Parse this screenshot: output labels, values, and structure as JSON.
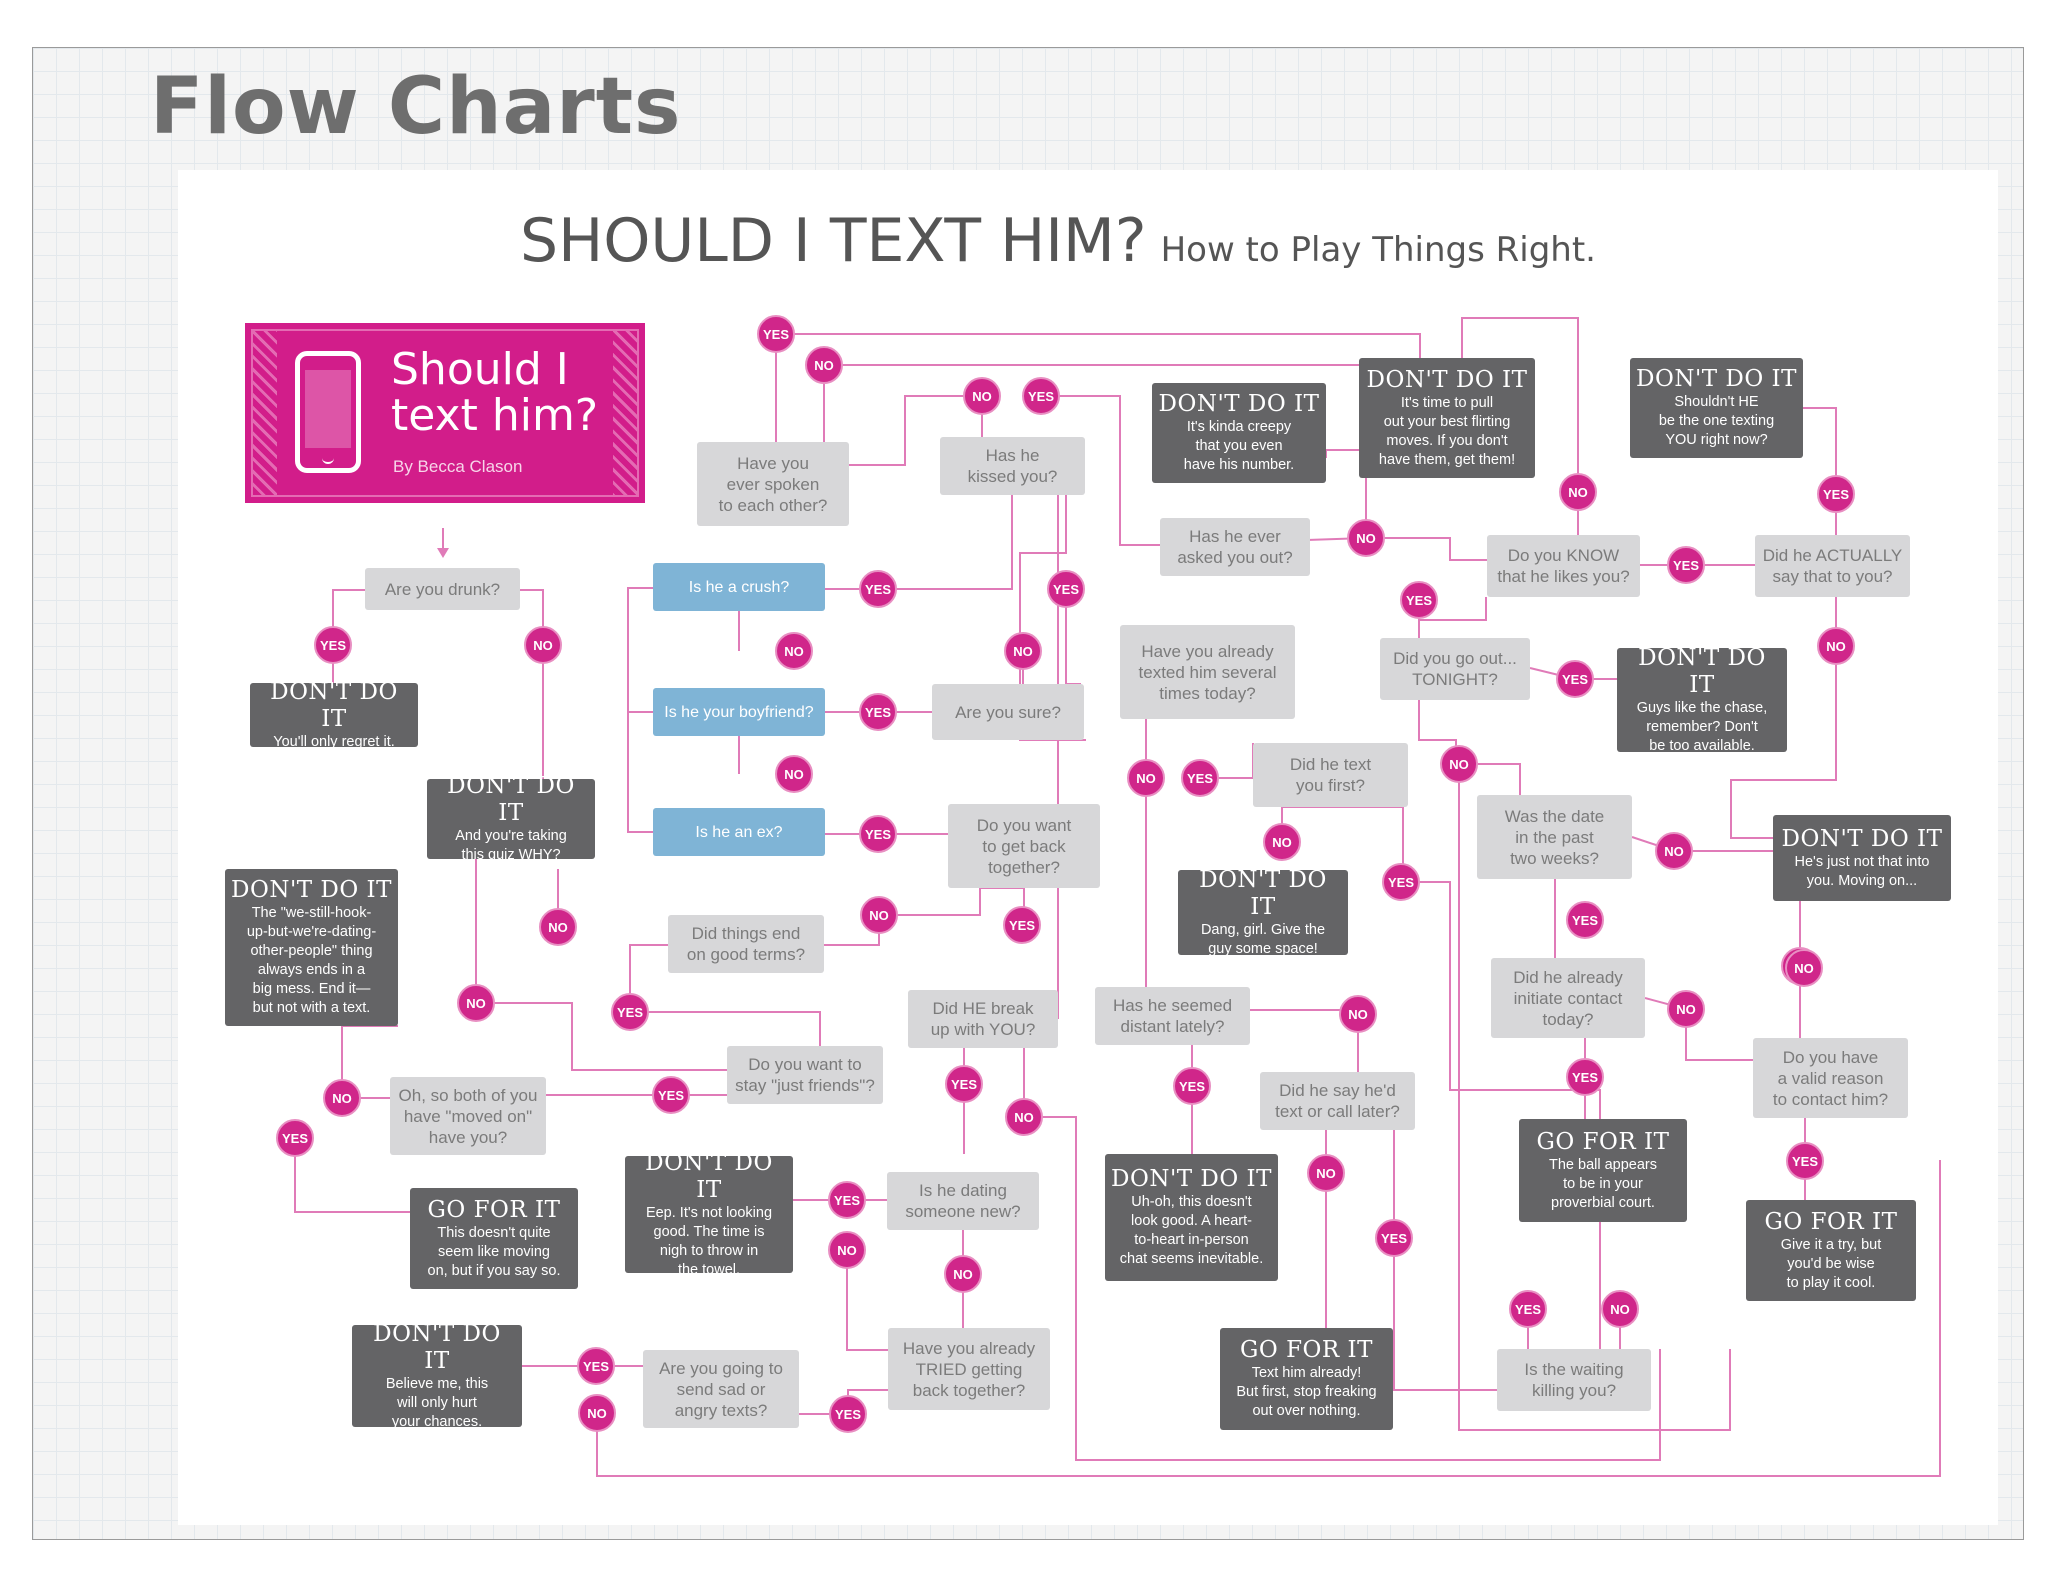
{
  "slide_title": "Flow Charts",
  "title": "SHOULD I TEXT HIM?",
  "subtitle": "How to Play Things Right.",
  "start": {
    "title": "Should I text him?",
    "byline": "By Becca Clason"
  },
  "colors": {
    "accent": "#d0268a",
    "question": "#d7d7d9",
    "outcome": "#646466",
    "blue": "#7fb4d6",
    "line": "#e07bb8"
  },
  "labels": {
    "yes": "YES",
    "no": "NO"
  },
  "questions": {
    "q_drunk": "Are you drunk?",
    "q_spoken": "Have you\never spoken\nto each other?",
    "q_kissed": "Has he\nkissed you?",
    "q_crush": "Is he a crush?",
    "q_boyfriend": "Is he your boyfriend?",
    "q_ex": "Is he an ex?",
    "q_sure": "Are you sure?",
    "q_getback": "Do you want\nto get back\ntogether?",
    "q_goodterms": "Did things end\non good terms?",
    "q_friends": "Do you want to\nstay \"just friends\"?",
    "q_movedon": "Oh, so both of you\nhave \"moved on\"\nhave you?",
    "q_breakup": "Did HE break\nup with YOU?",
    "q_dating": "Is he dating\nsomeone new?",
    "q_tried": "Have you already\nTRIED getting\nback together?",
    "q_sad": "Are you going to\nsend sad or\nangry texts?",
    "q_asked": "Has he ever\nasked you out?",
    "q_texted": "Have you already\ntexted him several\ntimes today?",
    "q_textfirst": "Did he text\nyou first?",
    "q_distant": "Has he seemed\ndistant lately?",
    "q_saycall": "Did he say he'd\ntext or call later?",
    "q_know": "Do you KNOW\nthat he likes you?",
    "q_actually": "Did he ACTUALLY\nsay that to you?",
    "q_goout": "Did you go out...\nTONIGHT?",
    "q_date": "Was the date\nin the past\ntwo weeks?",
    "q_initiate": "Did he already\ninitiate contact\ntoday?",
    "q_valid": "Do you have\na valid reason\nto contact him?",
    "q_waiting": "Is the waiting\nkilling you?"
  },
  "outcomes": {
    "o_regret": {
      "head": "DON'T DO IT",
      "body": "You'll only regret it."
    },
    "o_quiz": {
      "head": "DON'T DO IT",
      "body": "And you're taking\nthis quiz WHY?"
    },
    "o_hookup": {
      "head": "DON'T DO IT",
      "body": "The \"we-still-hook-\nup-but-we're-dating-\nother-people\" thing\nalways ends in a\nbig mess. End it—\nbut not with a text."
    },
    "o_moving": {
      "head": "GO FOR IT",
      "body": "This doesn't quite\nseem like moving\non, but if you say so."
    },
    "o_hurt": {
      "head": "DON'T DO IT",
      "body": "Believe me, this\nwill only hurt\nyour chances."
    },
    "o_towel": {
      "head": "DON'T DO IT",
      "body": "Eep. It's not looking\ngood. The time is\nnigh to throw in\nthe towel."
    },
    "o_creepy": {
      "head": "DON'T DO IT",
      "body": "It's kinda creepy\nthat you even\nhave his number."
    },
    "o_flirting": {
      "head": "DON'T DO IT",
      "body": "It's time to pull\nout your best flirting\nmoves. If you don't\nhave them, get them!"
    },
    "o_shouldnt": {
      "head": "DON'T DO IT",
      "body": "Shouldn't HE\nbe the one texting\nYOU right now?"
    },
    "o_chase": {
      "head": "DON'T DO IT",
      "body": "Guys like the chase,\nremember? Don't\nbe too available."
    },
    "o_space": {
      "head": "DON'T DO IT",
      "body": "Dang, girl. Give the\nguy some space!"
    },
    "o_notinto": {
      "head": "DON'T DO IT",
      "body": "He's just not that into\nyou. Moving on..."
    },
    "o_inperson": {
      "head": "DON'T DO IT",
      "body": "Uh-oh, this doesn't\nlook good. A heart-\nto-heart in-person\nchat seems inevitable."
    },
    "o_ballcourt": {
      "head": "GO FOR IT",
      "body": "The ball appears\nto be in your\nproverbial court."
    },
    "o_trycool": {
      "head": "GO FOR IT",
      "body": "Give it a try, but\nyou'd be wise\nto play it cool."
    },
    "o_already": {
      "head": "GO FOR IT",
      "body": "Text him already!\nBut first, stop freaking\nout over nothing."
    }
  }
}
